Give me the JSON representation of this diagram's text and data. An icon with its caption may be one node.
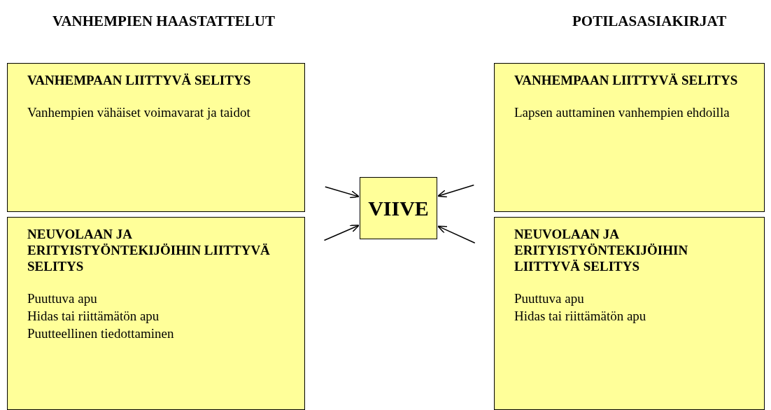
{
  "diagram": {
    "nodes": [
      {
        "text": [
          "VANHEMPAAN LIITTYVÄ SELITYS",
          "Vanhempien vähäiset voimavarat ja taidot"
        ]
      },
      {
        "text": [
          "VANHEMPAAN LIITTYVÄ SELITYS",
          "Lapsen auttaminen vanhempien ehdoilla"
        ]
      },
      {
        "text": [
          "VIIVE"
        ]
      },
      {
        "text": [
          "NEUVOLAAN JA ERITYISTYÖNTEKIJÖIHIN LIITTYVÄ SELITYS",
          "Puuttuva apu",
          "Hidas tai riittämätön apu",
          "Puutteellinen tiedottaminen"
        ]
      },
      {
        "text": [
          "NEUVOLAAN JA ERITYISTYÖNTEKIJÖIHIN LIITTYVÄ SELITYS",
          "Puuttuva apu",
          "Hidas tai riittämätön apu"
        ]
      }
    ],
    "edges": [
      {
        "from": 0,
        "to": 2,
        "arrow": "to"
      },
      {
        "from": 1,
        "to": 2,
        "arrow": "to"
      },
      {
        "from": 3,
        "to": 2,
        "arrow": "to"
      },
      {
        "from": 4,
        "to": 2,
        "arrow": "to"
      }
    ],
    "labels": [
      "VANHEMPIEN HAASTATTELUT",
      "POTILASASIAKIRJAT"
    ]
  }
}
